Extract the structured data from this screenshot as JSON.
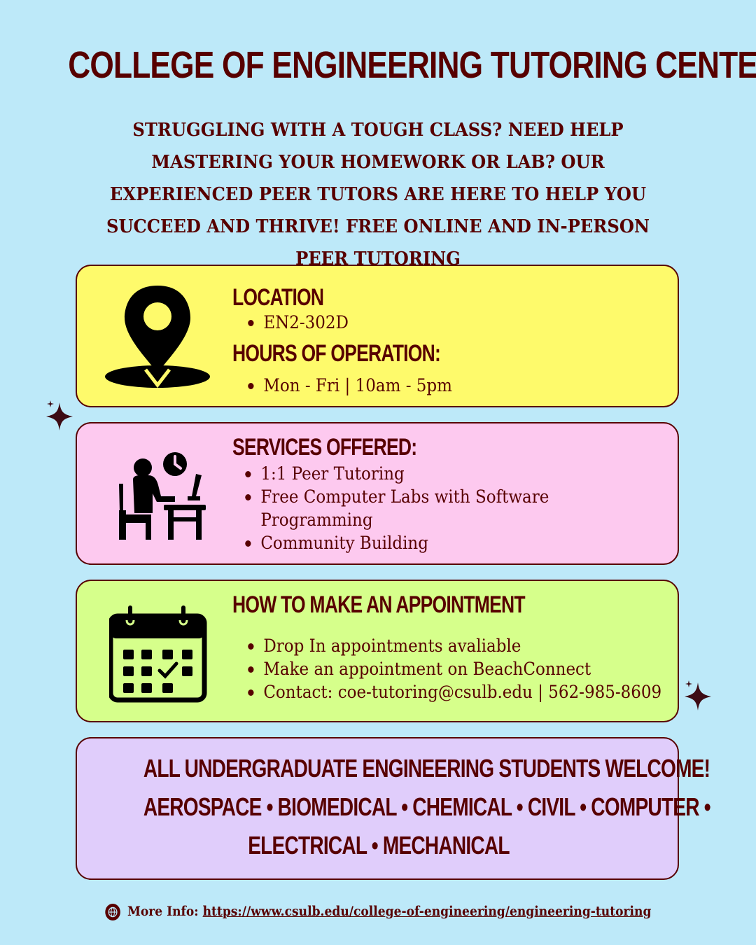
{
  "title": "COLLEGE OF ENGINEERING TUTORING CENTER",
  "intro": "STRUGGLING WITH A TOUGH CLASS? NEED HELP MASTERING YOUR HOMEWORK OR LAB? OUR EXPERIENCED PEER TUTORS ARE HERE TO HELP YOU SUCCEED AND THRIVE! FREE ONLINE AND IN-PERSON PEER TUTORING",
  "location": {
    "heading": "LOCATION",
    "items": [
      "EN2-302D"
    ],
    "hours_heading": "HOURS OF OPERATION:",
    "hours_items": [
      "Mon - Fri | 10am - 5pm"
    ],
    "icon": "location-pin-icon"
  },
  "services": {
    "heading": "SERVICES OFFERED:",
    "items": [
      "1:1 Peer Tutoring",
      "Free Computer Labs with Software",
      "Programming",
      "Community Building"
    ],
    "icon": "student-at-desk-icon"
  },
  "appointment": {
    "heading": "HOW TO MAKE AN APPOINTMENT",
    "items": [
      "Drop In appointments avaliable",
      "Make an appointment on BeachConnect",
      "Contact: coe-tutoring@csulb.edu | 562-985-8609"
    ],
    "icon": "calendar-icon"
  },
  "welcome": {
    "line1": "ALL UNDERGRADUATE ENGINEERING STUDENTS WELCOME!",
    "line2": "AEROSPACE • BIOMEDICAL • CHEMICAL • CIVIL • COMPUTER •",
    "line3": "ELECTRICAL • MECHANICAL"
  },
  "footer": {
    "label": "More Info:",
    "link": "https://www.csulb.edu/college-of-engineering/engineering-tutoring",
    "icon": "globe-icon"
  },
  "colors": {
    "background": "#bde9f9",
    "text": "#570000",
    "location_card": "#fefa6b",
    "services_card": "#fdc9ef",
    "appointment_card": "#d6ff8b",
    "welcome_card": "#e0cdfb"
  }
}
